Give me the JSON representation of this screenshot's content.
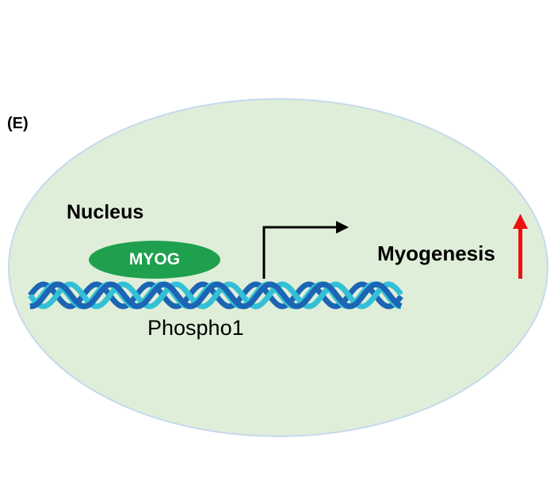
{
  "panel_label": "(E)",
  "compartment": {
    "label": "Nucleus",
    "fill": "#dfeed8",
    "border": "#c6d9ee"
  },
  "transcription_factor": {
    "label": "MYOG",
    "fill": "#1fa04e",
    "text_color": "#ffffff"
  },
  "gene": {
    "label": "Phospho1",
    "strand_color_light": "#33c0d6",
    "strand_color_dark": "#1c64b4"
  },
  "transcription_arrow": {
    "color": "#000000",
    "icon": "transcription-start-arrow"
  },
  "outcome": {
    "label": "Myogenesis",
    "direction": "up",
    "arrow_color": "#ee1111",
    "icon": "up-arrow-icon"
  }
}
